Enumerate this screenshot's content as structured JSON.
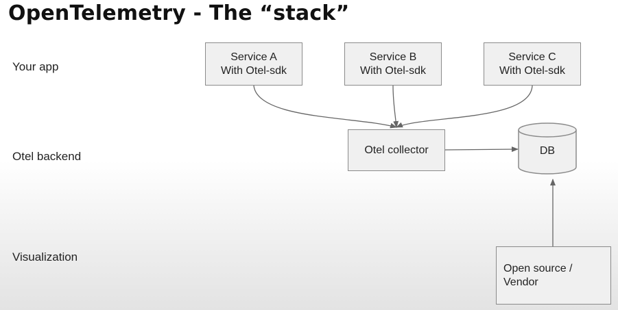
{
  "title": "OpenTelemetry - The “stack”",
  "rows": {
    "app": "Your app",
    "backend": "Otel backend",
    "visualization": "Visualization"
  },
  "services": [
    {
      "name": "Service A",
      "sdk": "With Otel-sdk"
    },
    {
      "name": "Service B",
      "sdk": "With Otel-sdk"
    },
    {
      "name": "Service C",
      "sdk": "With Otel-sdk"
    }
  ],
  "collector": "Otel collector",
  "db": "DB",
  "vendor": {
    "line1": "Open source /",
    "line2": "Vendor"
  },
  "colors": {
    "box_fill": "#f0f0f0",
    "box_border": "#8a8a8a",
    "arrow": "#666666"
  }
}
